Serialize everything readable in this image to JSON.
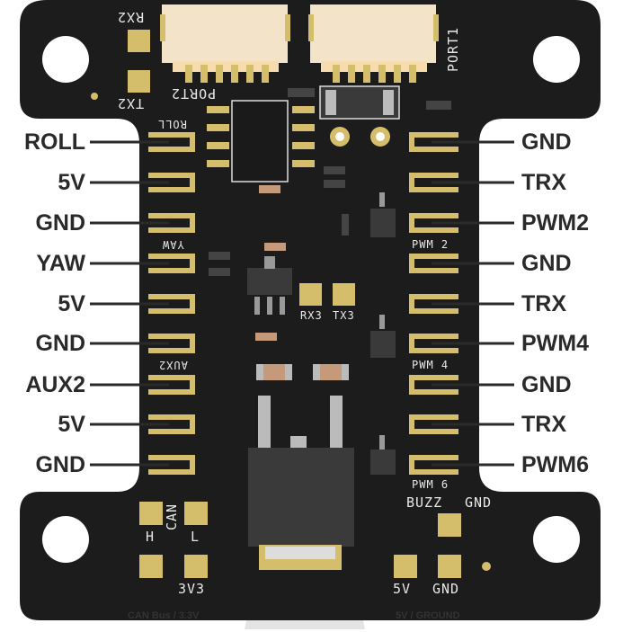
{
  "left_pins": [
    "ROLL",
    "5V",
    "GND",
    "YAW",
    "5V",
    "GND",
    "AUX2",
    "5V",
    "GND"
  ],
  "right_pins": [
    "GND",
    "TRX",
    "PWM2",
    "GND",
    "TRX",
    "PWM4",
    "GND",
    "TRX",
    "PWM6"
  ],
  "silkscreen": {
    "rx2": "RX2",
    "tx2": "TX2",
    "port1": "PORT1",
    "port2": "PORT2",
    "roll": "ROLL",
    "yaw": "YAW",
    "aux2": "AUX2",
    "pwm2": "PWM 2",
    "pwm4": "PWM 4",
    "pwm6": "PWM 6",
    "rx3": "RX3",
    "tx3": "TX3",
    "can": "CAN",
    "h": "H",
    "l": "L",
    "v33": "3V3",
    "buzz": "BUZZ",
    "gnd_buzz": "GND",
    "v5": "5V",
    "gnd": "GND"
  },
  "captions": {
    "can_bus": "CAN Bus / 3.3V",
    "power": "5V / GROUND"
  },
  "colors": {
    "board": "#1c1c1c",
    "pad": "#d4bd6b",
    "connector": "#f3e3c8",
    "label": "#2a2a2a"
  }
}
